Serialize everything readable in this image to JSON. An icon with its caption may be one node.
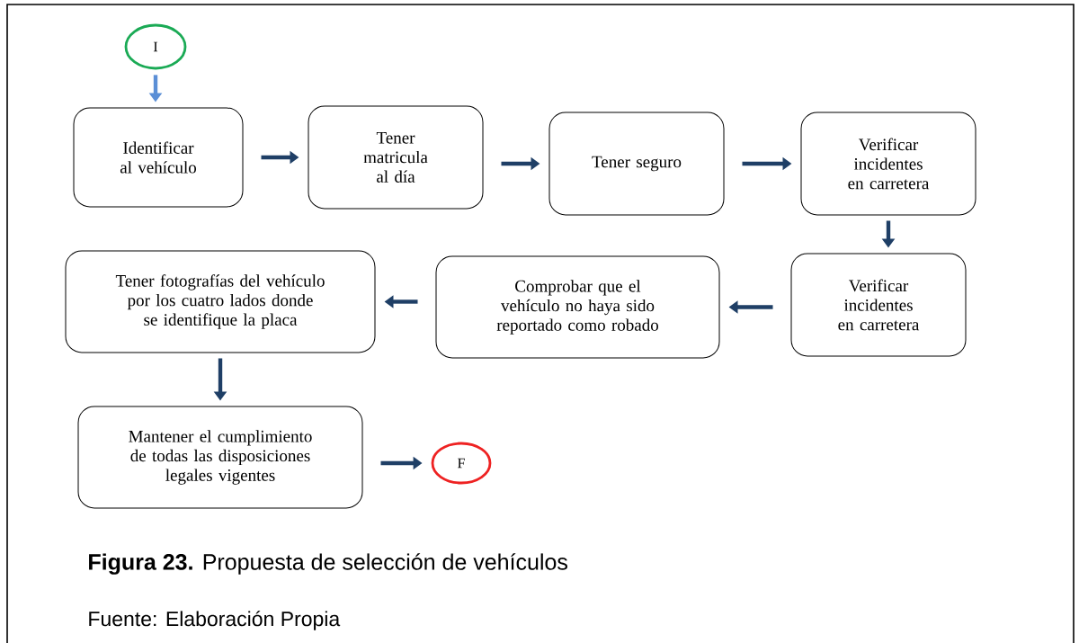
{
  "diagram": {
    "caption": "**Figura 23.** Propuesta de selección de vehículos",
    "nodes": [
      {
        "text": [
          "I"
        ]
      },
      {
        "text": [
          "Identificar al vehículo"
        ]
      },
      {
        "text": [
          "Tener matricula al día"
        ]
      },
      {
        "text": [
          "Tener seguro"
        ]
      },
      {
        "text": [
          "Verificar incidentes en carretera"
        ]
      },
      {
        "text": [
          "Verificar incidentes en carretera"
        ]
      },
      {
        "text": [
          "Comprobar que el vehículo no haya sido reportado como robado"
        ]
      },
      {
        "text": [
          "Tener fotografías del vehículo por los cuatro lados donde se identifique la placa"
        ]
      },
      {
        "text": [
          "Mantener el cumplimiento de todas las disposiciones legales vigentes"
        ]
      },
      {
        "text": [
          "F"
        ]
      }
    ],
    "edges": [
      {
        "from": 0,
        "to": 1,
        "arrow": "to",
        "color": "#5b8fd6"
      },
      {
        "from": 1,
        "to": 2,
        "arrow": "to"
      },
      {
        "from": 2,
        "to": 3,
        "arrow": "to"
      },
      {
        "from": 3,
        "to": 4,
        "arrow": "to"
      },
      {
        "from": 4,
        "to": 5,
        "arrow": "to"
      },
      {
        "from": 5,
        "to": 6,
        "arrow": "to"
      },
      {
        "from": 6,
        "to": 7,
        "arrow": "to"
      },
      {
        "from": 7,
        "to": 8,
        "arrow": "to"
      },
      {
        "from": 8,
        "to": 9,
        "arrow": "to"
      }
    ],
    "labels": [
      "Fuente: Elaboración Propia"
    ]
  }
}
